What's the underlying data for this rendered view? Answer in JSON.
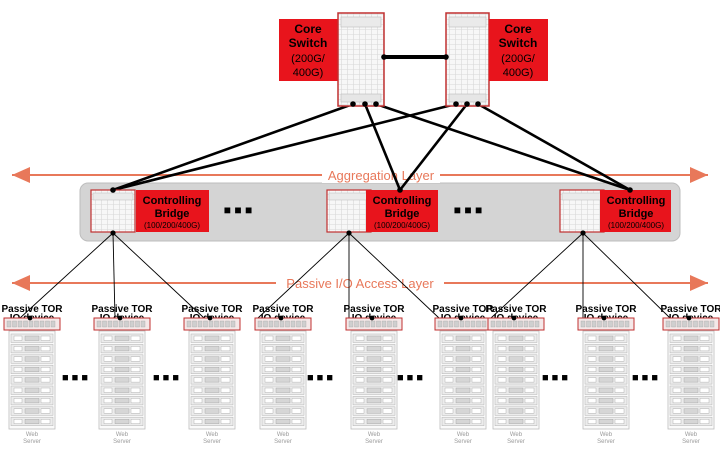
{
  "core": {
    "label_line1": "Core",
    "label_line2": "Switch",
    "speed_line1": "(200G/",
    "speed_line2": "400G)"
  },
  "layers": {
    "aggregation": "Aggregation Layer",
    "access": "Passive I/O Access Layer"
  },
  "bridge": {
    "label_line1": "Controlling",
    "label_line2": "Bridge",
    "speed": "(100/200/400G)"
  },
  "tor": {
    "line1": "Passive TOR",
    "line2": "IO device"
  },
  "server_label": {
    "line1": "Web",
    "line2": "Server"
  },
  "ellipsis": "■ ■ ■",
  "colors": {
    "accent_red": "#e8141c",
    "layer_arrow": "#e8785a",
    "panel_gray": "#d4d4d4",
    "link": "#000000"
  }
}
